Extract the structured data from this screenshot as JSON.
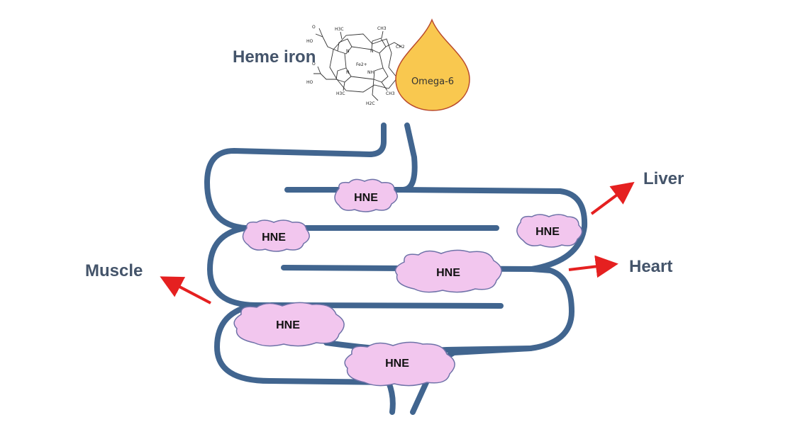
{
  "labels": {
    "heme_iron": "Heme iron",
    "omega6": "Omega-6",
    "liver": "Liver",
    "heart": "Heart",
    "muscle": "Muscle",
    "hne": "HNE",
    "iron_ion": "Fe2+",
    "chem_labels": [
      "H3C",
      "CH3",
      "CH2",
      "HO",
      "O",
      "N",
      "N",
      "N",
      "NH",
      "H3C",
      "CH3",
      "H2C",
      "HO",
      "O"
    ]
  },
  "colors": {
    "gut": "#41658f",
    "hne_fill": "#f2c6ee",
    "hne_outline": "#6e72a8",
    "arrow": "#e52020",
    "label_text": "#44546a",
    "oil_fill": "#f9c84f",
    "oil_outline": "#b94a2c"
  },
  "icons": [
    "heme-molecule-icon",
    "oil-drop-icon",
    "arrow-to-liver-icon",
    "arrow-to-heart-icon",
    "arrow-to-muscle-icon"
  ]
}
